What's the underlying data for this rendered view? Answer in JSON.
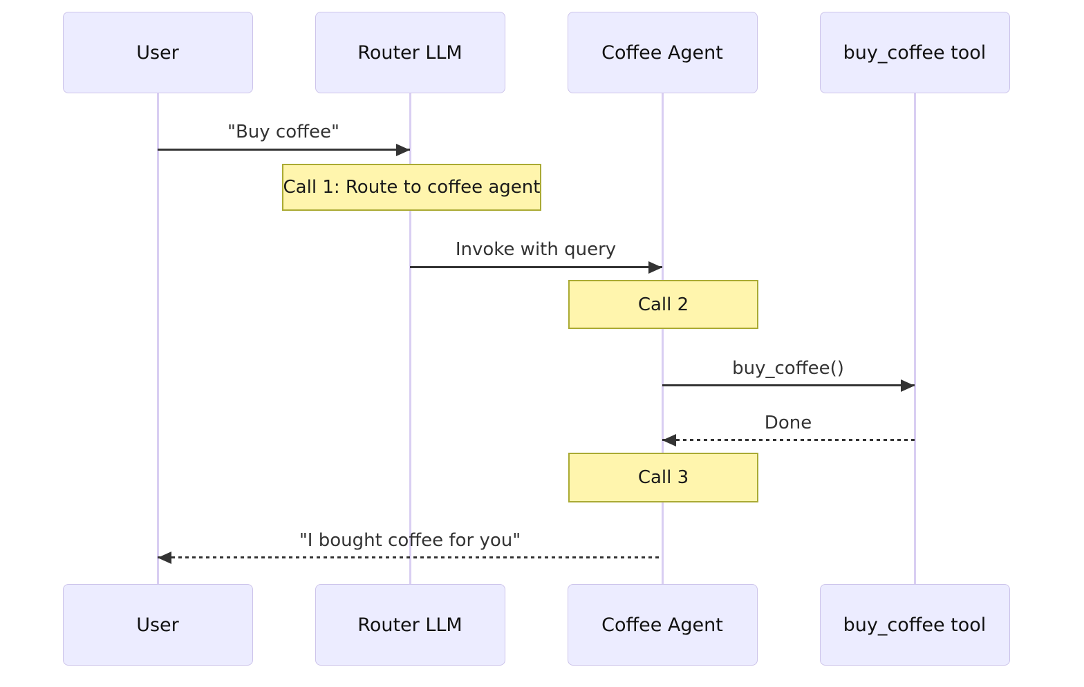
{
  "diagram": {
    "type": "sequence-diagram",
    "participants": [
      {
        "id": "user",
        "label": "User"
      },
      {
        "id": "router-llm",
        "label": "Router LLM"
      },
      {
        "id": "coffee-agent",
        "label": "Coffee Agent"
      },
      {
        "id": "buy-coffee-tool",
        "label": "buy_coffee tool"
      }
    ],
    "messages": [
      {
        "from": "User",
        "to": "Router LLM",
        "label": "\"Buy coffee\"",
        "line": "solid"
      },
      {
        "from": "Router LLM",
        "to": "Coffee Agent",
        "label": "Invoke with query",
        "line": "solid"
      },
      {
        "from": "Coffee Agent",
        "to": "buy_coffee tool",
        "label": "buy_coffee()",
        "line": "solid"
      },
      {
        "from": "buy_coffee tool",
        "to": "Coffee Agent",
        "label": "Done",
        "line": "dashed"
      },
      {
        "from": "Coffee Agent",
        "to": "User",
        "label": "\"I bought coffee for you\"",
        "line": "dashed"
      }
    ],
    "notes": [
      {
        "over": "Router LLM",
        "label": "Call 1: Route to coffee agent"
      },
      {
        "over": "Coffee Agent",
        "label": "Call 2"
      },
      {
        "over": "Coffee Agent",
        "label": "Call 3"
      }
    ],
    "colors": {
      "background": "#ffffff",
      "actor_fill": "#ECECFF",
      "actor_border": "#ccc3ea",
      "lifeline": "#d9cef2",
      "note_fill": "#fff5ad",
      "note_border": "#aaaa33",
      "arrow": "#333333",
      "message_text": "#333333",
      "actor_text": "#111111"
    }
  }
}
